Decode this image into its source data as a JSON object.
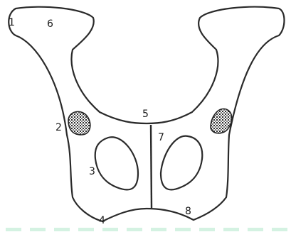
{
  "diagram": {
    "labels": [
      "1",
      "2",
      "3",
      "4",
      "5",
      "6",
      "7",
      "8"
    ]
  },
  "colors": {
    "line": "#2a2a2a",
    "background": "#ffffff",
    "footer_dashes": "#d4f2e2"
  }
}
